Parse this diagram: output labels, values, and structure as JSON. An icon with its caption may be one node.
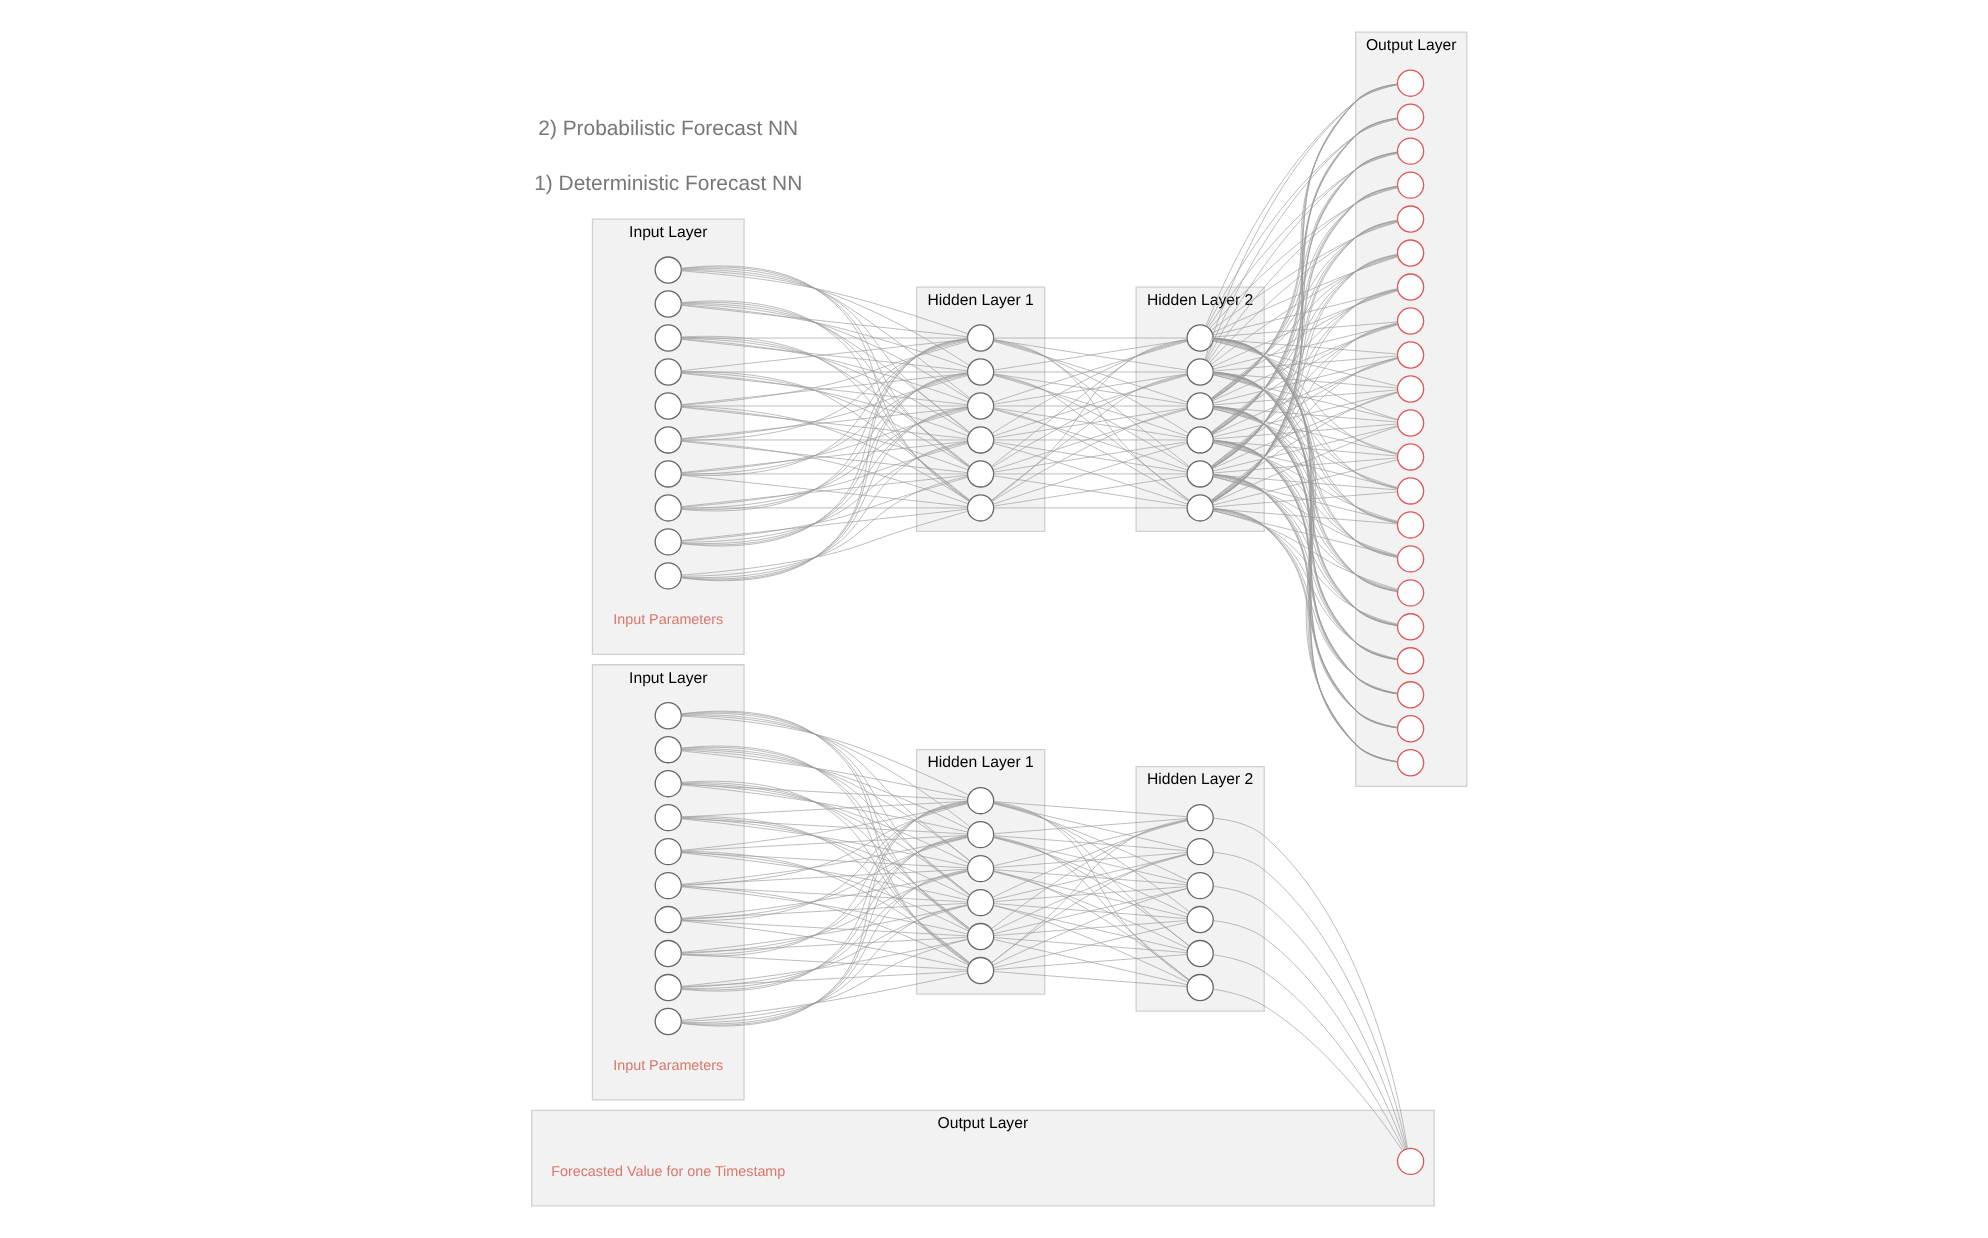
{
  "diagram": {
    "nodes": [
      {
        "text": [
          "Input Layer"
        ],
        "beside": [
          "Input Parameters"
        ]
      },
      {
        "text": [],
        "shape": "circle",
        "in": 0
      },
      {
        "text": [],
        "shape": "circle",
        "in": 0
      },
      {
        "text": [],
        "shape": "circle",
        "in": 0
      },
      {
        "text": [],
        "shape": "circle",
        "in": 0
      },
      {
        "text": [],
        "shape": "circle",
        "in": 0
      },
      {
        "text": [],
        "shape": "circle",
        "in": 0
      },
      {
        "text": [],
        "shape": "circle",
        "in": 0
      },
      {
        "text": [],
        "shape": "circle",
        "in": 0
      },
      {
        "text": [],
        "shape": "circle",
        "in": 0
      },
      {
        "text": [],
        "shape": "circle",
        "in": 0
      },
      {
        "text": [
          "Hidden Layer 1"
        ]
      },
      {
        "text": [],
        "shape": "circle",
        "in": 11
      },
      {
        "text": [],
        "shape": "circle",
        "in": 11
      },
      {
        "text": [],
        "shape": "circle",
        "in": 11
      },
      {
        "text": [],
        "shape": "circle",
        "in": 11
      },
      {
        "text": [],
        "shape": "circle",
        "in": 11
      },
      {
        "text": [],
        "shape": "circle",
        "in": 11
      },
      {
        "text": [
          "Hidden Layer 2"
        ]
      },
      {
        "text": [],
        "shape": "circle",
        "in": 18
      },
      {
        "text": [],
        "shape": "circle",
        "in": 18
      },
      {
        "text": [],
        "shape": "circle",
        "in": 18
      },
      {
        "text": [],
        "shape": "circle",
        "in": 18
      },
      {
        "text": [],
        "shape": "circle",
        "in": 18
      },
      {
        "text": [],
        "shape": "circle",
        "in": 18
      },
      {
        "text": [
          "Output Layer"
        ],
        "beside": [
          "Forecasted Value for one Timestamp"
        ]
      },
      {
        "text": [],
        "shape": "circle",
        "in": 25
      },
      {
        "text": [
          "Input Layer"
        ],
        "beside": [
          "Input Parameters"
        ]
      },
      {
        "text": [],
        "shape": "circle",
        "in": 27
      },
      {
        "text": [],
        "shape": "circle",
        "in": 27
      },
      {
        "text": [],
        "shape": "circle",
        "in": 27
      },
      {
        "text": [],
        "shape": "circle",
        "in": 27
      },
      {
        "text": [],
        "shape": "circle",
        "in": 27
      },
      {
        "text": [],
        "shape": "circle",
        "in": 27
      },
      {
        "text": [],
        "shape": "circle",
        "in": 27
      },
      {
        "text": [],
        "shape": "circle",
        "in": 27
      },
      {
        "text": [],
        "shape": "circle",
        "in": 27
      },
      {
        "text": [],
        "shape": "circle",
        "in": 27
      },
      {
        "text": [
          "Hidden Layer 1"
        ]
      },
      {
        "text": [],
        "shape": "circle",
        "in": 38
      },
      {
        "text": [],
        "shape": "circle",
        "in": 38
      },
      {
        "text": [],
        "shape": "circle",
        "in": 38
      },
      {
        "text": [],
        "shape": "circle",
        "in": 38
      },
      {
        "text": [],
        "shape": "circle",
        "in": 38
      },
      {
        "text": [],
        "shape": "circle",
        "in": 38
      },
      {
        "text": [
          "Hidden Layer 2"
        ]
      },
      {
        "text": [],
        "shape": "circle",
        "in": 45
      },
      {
        "text": [],
        "shape": "circle",
        "in": 45
      },
      {
        "text": [],
        "shape": "circle",
        "in": 45
      },
      {
        "text": [],
        "shape": "circle",
        "in": 45
      },
      {
        "text": [],
        "shape": "circle",
        "in": 45
      },
      {
        "text": [],
        "shape": "circle",
        "in": 45
      },
      {
        "text": [
          "Output Layer"
        ]
      },
      {
        "text": [],
        "shape": "circle",
        "in": 52
      },
      {
        "text": [],
        "shape": "circle",
        "in": 52
      },
      {
        "text": [],
        "shape": "circle",
        "in": 52
      },
      {
        "text": [],
        "shape": "circle",
        "in": 52
      },
      {
        "text": [],
        "shape": "circle",
        "in": 52
      },
      {
        "text": [],
        "shape": "circle",
        "in": 52
      },
      {
        "text": [],
        "shape": "circle",
        "in": 52
      },
      {
        "text": [],
        "shape": "circle",
        "in": 52
      },
      {
        "text": [],
        "shape": "circle",
        "in": 52
      },
      {
        "text": [],
        "shape": "circle",
        "in": 52
      },
      {
        "text": [],
        "shape": "circle",
        "in": 52
      },
      {
        "text": [],
        "shape": "circle",
        "in": 52
      },
      {
        "text": [],
        "shape": "circle",
        "in": 52
      },
      {
        "text": [],
        "shape": "circle",
        "in": 52
      },
      {
        "text": [],
        "shape": "circle",
        "in": 52
      },
      {
        "text": [],
        "shape": "circle",
        "in": 52
      },
      {
        "text": [],
        "shape": "circle",
        "in": 52
      },
      {
        "text": [],
        "shape": "circle",
        "in": 52
      },
      {
        "text": [],
        "shape": "circle",
        "in": 52
      },
      {
        "text": [],
        "shape": "circle",
        "in": 52
      },
      {
        "text": [],
        "shape": "circle",
        "in": 52
      }
    ],
    "edges": [
      {
        "from": 1,
        "to": 12,
        "arrow": "none"
      },
      {
        "from": 1,
        "to": 13,
        "arrow": "none"
      },
      {
        "from": 1,
        "to": 14,
        "arrow": "none"
      },
      {
        "from": 1,
        "to": 15,
        "arrow": "none"
      },
      {
        "from": 1,
        "to": 16,
        "arrow": "none"
      },
      {
        "from": 1,
        "to": 17,
        "arrow": "none"
      },
      {
        "from": 2,
        "to": 12,
        "arrow": "none"
      },
      {
        "from": 2,
        "to": 13,
        "arrow": "none"
      },
      {
        "from": 2,
        "to": 14,
        "arrow": "none"
      },
      {
        "from": 2,
        "to": 15,
        "arrow": "none"
      },
      {
        "from": 2,
        "to": 16,
        "arrow": "none"
      },
      {
        "from": 2,
        "to": 17,
        "arrow": "none"
      },
      {
        "from": 3,
        "to": 12,
        "arrow": "none"
      },
      {
        "from": 3,
        "to": 13,
        "arrow": "none"
      },
      {
        "from": 3,
        "to": 14,
        "arrow": "none"
      },
      {
        "from": 3,
        "to": 15,
        "arrow": "none"
      },
      {
        "from": 3,
        "to": 16,
        "arrow": "none"
      },
      {
        "from": 3,
        "to": 17,
        "arrow": "none"
      },
      {
        "from": 4,
        "to": 12,
        "arrow": "none"
      },
      {
        "from": 4,
        "to": 13,
        "arrow": "none"
      },
      {
        "from": 4,
        "to": 14,
        "arrow": "none"
      },
      {
        "from": 4,
        "to": 15,
        "arrow": "none"
      },
      {
        "from": 4,
        "to": 16,
        "arrow": "none"
      },
      {
        "from": 4,
        "to": 17,
        "arrow": "none"
      },
      {
        "from": 5,
        "to": 12,
        "arrow": "none"
      },
      {
        "from": 5,
        "to": 13,
        "arrow": "none"
      },
      {
        "from": 5,
        "to": 14,
        "arrow": "none"
      },
      {
        "from": 5,
        "to": 15,
        "arrow": "none"
      },
      {
        "from": 5,
        "to": 16,
        "arrow": "none"
      },
      {
        "from": 5,
        "to": 17,
        "arrow": "none"
      },
      {
        "from": 6,
        "to": 12,
        "arrow": "none"
      },
      {
        "from": 6,
        "to": 13,
        "arrow": "none"
      },
      {
        "from": 6,
        "to": 14,
        "arrow": "none"
      },
      {
        "from": 6,
        "to": 15,
        "arrow": "none"
      },
      {
        "from": 6,
        "to": 16,
        "arrow": "none"
      },
      {
        "from": 6,
        "to": 17,
        "arrow": "none"
      },
      {
        "from": 7,
        "to": 12,
        "arrow": "none"
      },
      {
        "from": 7,
        "to": 13,
        "arrow": "none"
      },
      {
        "from": 7,
        "to": 14,
        "arrow": "none"
      },
      {
        "from": 7,
        "to": 15,
        "arrow": "none"
      },
      {
        "from": 7,
        "to": 16,
        "arrow": "none"
      },
      {
        "from": 7,
        "to": 17,
        "arrow": "none"
      },
      {
        "from": 8,
        "to": 12,
        "arrow": "none"
      },
      {
        "from": 8,
        "to": 13,
        "arrow": "none"
      },
      {
        "from": 8,
        "to": 14,
        "arrow": "none"
      },
      {
        "from": 8,
        "to": 15,
        "arrow": "none"
      },
      {
        "from": 8,
        "to": 16,
        "arrow": "none"
      },
      {
        "from": 8,
        "to": 17,
        "arrow": "none"
      },
      {
        "from": 9,
        "to": 12,
        "arrow": "none"
      },
      {
        "from": 9,
        "to": 13,
        "arrow": "none"
      },
      {
        "from": 9,
        "to": 14,
        "arrow": "none"
      },
      {
        "from": 9,
        "to": 15,
        "arrow": "none"
      },
      {
        "from": 9,
        "to": 16,
        "arrow": "none"
      },
      {
        "from": 9,
        "to": 17,
        "arrow": "none"
      },
      {
        "from": 10,
        "to": 12,
        "arrow": "none"
      },
      {
        "from": 10,
        "to": 13,
        "arrow": "none"
      },
      {
        "from": 10,
        "to": 14,
        "arrow": "none"
      },
      {
        "from": 10,
        "to": 15,
        "arrow": "none"
      },
      {
        "from": 10,
        "to": 16,
        "arrow": "none"
      },
      {
        "from": 10,
        "to": 17,
        "arrow": "none"
      },
      {
        "from": 12,
        "to": 19,
        "arrow": "none"
      },
      {
        "from": 12,
        "to": 20,
        "arrow": "none"
      },
      {
        "from": 12,
        "to": 21,
        "arrow": "none"
      },
      {
        "from": 12,
        "to": 22,
        "arrow": "none"
      },
      {
        "from": 12,
        "to": 23,
        "arrow": "none"
      },
      {
        "from": 12,
        "to": 24,
        "arrow": "none"
      },
      {
        "from": 13,
        "to": 19,
        "arrow": "none"
      },
      {
        "from": 13,
        "to": 20,
        "arrow": "none"
      },
      {
        "from": 13,
        "to": 21,
        "arrow": "none"
      },
      {
        "from": 13,
        "to": 22,
        "arrow": "none"
      },
      {
        "from": 13,
        "to": 23,
        "arrow": "none"
      },
      {
        "from": 13,
        "to": 24,
        "arrow": "none"
      },
      {
        "from": 14,
        "to": 19,
        "arrow": "none"
      },
      {
        "from": 14,
        "to": 20,
        "arrow": "none"
      },
      {
        "from": 14,
        "to": 21,
        "arrow": "none"
      },
      {
        "from": 14,
        "to": 22,
        "arrow": "none"
      },
      {
        "from": 14,
        "to": 23,
        "arrow": "none"
      },
      {
        "from": 14,
        "to": 24,
        "arrow": "none"
      },
      {
        "from": 15,
        "to": 19,
        "arrow": "none"
      },
      {
        "from": 15,
        "to": 20,
        "arrow": "none"
      },
      {
        "from": 15,
        "to": 21,
        "arrow": "none"
      },
      {
        "from": 15,
        "to": 22,
        "arrow": "none"
      },
      {
        "from": 15,
        "to": 23,
        "arrow": "none"
      },
      {
        "from": 15,
        "to": 24,
        "arrow": "none"
      },
      {
        "from": 16,
        "to": 19,
        "arrow": "none"
      },
      {
        "from": 16,
        "to": 20,
        "arrow": "none"
      },
      {
        "from": 16,
        "to": 21,
        "arrow": "none"
      },
      {
        "from": 16,
        "to": 22,
        "arrow": "none"
      },
      {
        "from": 16,
        "to": 23,
        "arrow": "none"
      },
      {
        "from": 16,
        "to": 24,
        "arrow": "none"
      },
      {
        "from": 17,
        "to": 19,
        "arrow": "none"
      },
      {
        "from": 17,
        "to": 20,
        "arrow": "none"
      },
      {
        "from": 17,
        "to": 21,
        "arrow": "none"
      },
      {
        "from": 17,
        "to": 22,
        "arrow": "none"
      },
      {
        "from": 17,
        "to": 23,
        "arrow": "none"
      },
      {
        "from": 17,
        "to": 24,
        "arrow": "none"
      },
      {
        "from": 19,
        "to": 26,
        "arrow": "none"
      },
      {
        "from": 20,
        "to": 26,
        "arrow": "none"
      },
      {
        "from": 21,
        "to": 26,
        "arrow": "none"
      },
      {
        "from": 22,
        "to": 26,
        "arrow": "none"
      },
      {
        "from": 23,
        "to": 26,
        "arrow": "none"
      },
      {
        "from": 24,
        "to": 26,
        "arrow": "none"
      },
      {
        "from": 28,
        "to": 39,
        "arrow": "none"
      },
      {
        "from": 28,
        "to": 40,
        "arrow": "none"
      },
      {
        "from": 28,
        "to": 41,
        "arrow": "none"
      },
      {
        "from": 28,
        "to": 42,
        "arrow": "none"
      },
      {
        "from": 28,
        "to": 43,
        "arrow": "none"
      },
      {
        "from": 28,
        "to": 44,
        "arrow": "none"
      },
      {
        "from": 29,
        "to": 39,
        "arrow": "none"
      },
      {
        "from": 29,
        "to": 40,
        "arrow": "none"
      },
      {
        "from": 29,
        "to": 41,
        "arrow": "none"
      },
      {
        "from": 29,
        "to": 42,
        "arrow": "none"
      },
      {
        "from": 29,
        "to": 43,
        "arrow": "none"
      },
      {
        "from": 29,
        "to": 44,
        "arrow": "none"
      },
      {
        "from": 30,
        "to": 39,
        "arrow": "none"
      },
      {
        "from": 30,
        "to": 40,
        "arrow": "none"
      },
      {
        "from": 30,
        "to": 41,
        "arrow": "none"
      },
      {
        "from": 30,
        "to": 42,
        "arrow": "none"
      },
      {
        "from": 30,
        "to": 43,
        "arrow": "none"
      },
      {
        "from": 30,
        "to": 44,
        "arrow": "none"
      },
      {
        "from": 31,
        "to": 39,
        "arrow": "none"
      },
      {
        "from": 31,
        "to": 40,
        "arrow": "none"
      },
      {
        "from": 31,
        "to": 41,
        "arrow": "none"
      },
      {
        "from": 31,
        "to": 42,
        "arrow": "none"
      },
      {
        "from": 31,
        "to": 43,
        "arrow": "none"
      },
      {
        "from": 31,
        "to": 44,
        "arrow": "none"
      },
      {
        "from": 32,
        "to": 39,
        "arrow": "none"
      },
      {
        "from": 32,
        "to": 40,
        "arrow": "none"
      },
      {
        "from": 32,
        "to": 41,
        "arrow": "none"
      },
      {
        "from": 32,
        "to": 42,
        "arrow": "none"
      },
      {
        "from": 32,
        "to": 43,
        "arrow": "none"
      },
      {
        "from": 32,
        "to": 44,
        "arrow": "none"
      },
      {
        "from": 33,
        "to": 39,
        "arrow": "none"
      },
      {
        "from": 33,
        "to": 40,
        "arrow": "none"
      },
      {
        "from": 33,
        "to": 41,
        "arrow": "none"
      },
      {
        "from": 33,
        "to": 42,
        "arrow": "none"
      },
      {
        "from": 33,
        "to": 43,
        "arrow": "none"
      },
      {
        "from": 33,
        "to": 44,
        "arrow": "none"
      },
      {
        "from": 34,
        "to": 39,
        "arrow": "none"
      },
      {
        "from": 34,
        "to": 40,
        "arrow": "none"
      },
      {
        "from": 34,
        "to": 41,
        "arrow": "none"
      },
      {
        "from": 34,
        "to": 42,
        "arrow": "none"
      },
      {
        "from": 34,
        "to": 43,
        "arrow": "none"
      },
      {
        "from": 34,
        "to": 44,
        "arrow": "none"
      },
      {
        "from": 35,
        "to": 39,
        "arrow": "none"
      },
      {
        "from": 35,
        "to": 40,
        "arrow": "none"
      },
      {
        "from": 35,
        "to": 41,
        "arrow": "none"
      },
      {
        "from": 35,
        "to": 42,
        "arrow": "none"
      },
      {
        "from": 35,
        "to": 43,
        "arrow": "none"
      },
      {
        "from": 35,
        "to": 44,
        "arrow": "none"
      },
      {
        "from": 36,
        "to": 39,
        "arrow": "none"
      },
      {
        "from": 36,
        "to": 40,
        "arrow": "none"
      },
      {
        "from": 36,
        "to": 41,
        "arrow": "none"
      },
      {
        "from": 36,
        "to": 42,
        "arrow": "none"
      },
      {
        "from": 36,
        "to": 43,
        "arrow": "none"
      },
      {
        "from": 36,
        "to": 44,
        "arrow": "none"
      },
      {
        "from": 37,
        "to": 39,
        "arrow": "none"
      },
      {
        "from": 37,
        "to": 40,
        "arrow": "none"
      },
      {
        "from": 37,
        "to": 41,
        "arrow": "none"
      },
      {
        "from": 37,
        "to": 42,
        "arrow": "none"
      },
      {
        "from": 37,
        "to": 43,
        "arrow": "none"
      },
      {
        "from": 37,
        "to": 44,
        "arrow": "none"
      },
      {
        "from": 39,
        "to": 46,
        "arrow": "none"
      },
      {
        "from": 39,
        "to": 47,
        "arrow": "none"
      },
      {
        "from": 39,
        "to": 48,
        "arrow": "none"
      },
      {
        "from": 39,
        "to": 49,
        "arrow": "none"
      },
      {
        "from": 39,
        "to": 50,
        "arrow": "none"
      },
      {
        "from": 39,
        "to": 51,
        "arrow": "none"
      },
      {
        "from": 40,
        "to": 46,
        "arrow": "none"
      },
      {
        "from": 40,
        "to": 47,
        "arrow": "none"
      },
      {
        "from": 40,
        "to": 48,
        "arrow": "none"
      },
      {
        "from": 40,
        "to": 49,
        "arrow": "none"
      },
      {
        "from": 40,
        "to": 50,
        "arrow": "none"
      },
      {
        "from": 40,
        "to": 51,
        "arrow": "none"
      },
      {
        "from": 41,
        "to": 46,
        "arrow": "none"
      },
      {
        "from": 41,
        "to": 47,
        "arrow": "none"
      },
      {
        "from": 41,
        "to": 48,
        "arrow": "none"
      },
      {
        "from": 41,
        "to": 49,
        "arrow": "none"
      },
      {
        "from": 41,
        "to": 50,
        "arrow": "none"
      },
      {
        "from": 41,
        "to": 51,
        "arrow": "none"
      },
      {
        "from": 42,
        "to": 46,
        "arrow": "none"
      },
      {
        "from": 42,
        "to": 47,
        "arrow": "none"
      },
      {
        "from": 42,
        "to": 48,
        "arrow": "none"
      },
      {
        "from": 42,
        "to": 49,
        "arrow": "none"
      },
      {
        "from": 42,
        "to": 50,
        "arrow": "none"
      },
      {
        "from": 42,
        "to": 51,
        "arrow": "none"
      },
      {
        "from": 43,
        "to": 46,
        "arrow": "none"
      },
      {
        "from": 43,
        "to": 47,
        "arrow": "none"
      },
      {
        "from": 43,
        "to": 48,
        "arrow": "none"
      },
      {
        "from": 43,
        "to": 49,
        "arrow": "none"
      },
      {
        "from": 43,
        "to": 50,
        "arrow": "none"
      },
      {
        "from": 43,
        "to": 51,
        "arrow": "none"
      },
      {
        "from": 44,
        "to": 46,
        "arrow": "none"
      },
      {
        "from": 44,
        "to": 47,
        "arrow": "none"
      },
      {
        "from": 44,
        "to": 48,
        "arrow": "none"
      },
      {
        "from": 44,
        "to": 49,
        "arrow": "none"
      },
      {
        "from": 44,
        "to": 50,
        "arrow": "none"
      },
      {
        "from": 44,
        "to": 51,
        "arrow": "none"
      },
      {
        "from": 46,
        "to": 53,
        "arrow": "none"
      },
      {
        "from": 46,
        "to": 54,
        "arrow": "none"
      },
      {
        "from": 46,
        "to": 55,
        "arrow": "none"
      },
      {
        "from": 46,
        "to": 56,
        "arrow": "none"
      },
      {
        "from": 46,
        "to": 57,
        "arrow": "none"
      },
      {
        "from": 46,
        "to": 58,
        "arrow": "none"
      },
      {
        "from": 46,
        "to": 59,
        "arrow": "none"
      },
      {
        "from": 46,
        "to": 60,
        "arrow": "none"
      },
      {
        "from": 46,
        "to": 61,
        "arrow": "none"
      },
      {
        "from": 46,
        "to": 62,
        "arrow": "none"
      },
      {
        "from": 46,
        "to": 63,
        "arrow": "none"
      },
      {
        "from": 46,
        "to": 64,
        "arrow": "none"
      },
      {
        "from": 46,
        "to": 65,
        "arrow": "none"
      },
      {
        "from": 46,
        "to": 66,
        "arrow": "none"
      },
      {
        "from": 46,
        "to": 67,
        "arrow": "none"
      },
      {
        "from": 46,
        "to": 68,
        "arrow": "none"
      },
      {
        "from": 46,
        "to": 69,
        "arrow": "none"
      },
      {
        "from": 46,
        "to": 70,
        "arrow": "none"
      },
      {
        "from": 46,
        "to": 71,
        "arrow": "none"
      },
      {
        "from": 46,
        "to": 72,
        "arrow": "none"
      },
      {
        "from": 46,
        "to": 73,
        "arrow": "none"
      },
      {
        "from": 47,
        "to": 53,
        "arrow": "none"
      },
      {
        "from": 47,
        "to": 54,
        "arrow": "none"
      },
      {
        "from": 47,
        "to": 55,
        "arrow": "none"
      },
      {
        "from": 47,
        "to": 56,
        "arrow": "none"
      },
      {
        "from": 47,
        "to": 57,
        "arrow": "none"
      },
      {
        "from": 47,
        "to": 58,
        "arrow": "none"
      },
      {
        "from": 47,
        "to": 59,
        "arrow": "none"
      },
      {
        "from": 47,
        "to": 60,
        "arrow": "none"
      },
      {
        "from": 47,
        "to": 61,
        "arrow": "none"
      },
      {
        "from": 47,
        "to": 62,
        "arrow": "none"
      },
      {
        "from": 47,
        "to": 63,
        "arrow": "none"
      },
      {
        "from": 47,
        "to": 64,
        "arrow": "none"
      },
      {
        "from": 47,
        "to": 65,
        "arrow": "none"
      },
      {
        "from": 47,
        "to": 66,
        "arrow": "none"
      },
      {
        "from": 47,
        "to": 67,
        "arrow": "none"
      },
      {
        "from": 47,
        "to": 68,
        "arrow": "none"
      },
      {
        "from": 47,
        "to": 69,
        "arrow": "none"
      },
      {
        "from": 47,
        "to": 70,
        "arrow": "none"
      },
      {
        "from": 47,
        "to": 71,
        "arrow": "none"
      },
      {
        "from": 47,
        "to": 72,
        "arrow": "none"
      },
      {
        "from": 47,
        "to": 73,
        "arrow": "none"
      },
      {
        "from": 48,
        "to": 53,
        "arrow": "none"
      },
      {
        "from": 48,
        "to": 54,
        "arrow": "none"
      },
      {
        "from": 48,
        "to": 55,
        "arrow": "none"
      },
      {
        "from": 48,
        "to": 56,
        "arrow": "none"
      },
      {
        "from": 48,
        "to": 57,
        "arrow": "none"
      },
      {
        "from": 48,
        "to": 58,
        "arrow": "none"
      },
      {
        "from": 48,
        "to": 59,
        "arrow": "none"
      },
      {
        "from": 48,
        "to": 60,
        "arrow": "none"
      },
      {
        "from": 48,
        "to": 61,
        "arrow": "none"
      },
      {
        "from": 48,
        "to": 62,
        "arrow": "none"
      },
      {
        "from": 48,
        "to": 63,
        "arrow": "none"
      },
      {
        "from": 48,
        "to": 64,
        "arrow": "none"
      },
      {
        "from": 48,
        "to": 65,
        "arrow": "none"
      },
      {
        "from": 48,
        "to": 66,
        "arrow": "none"
      },
      {
        "from": 48,
        "to": 67,
        "arrow": "none"
      },
      {
        "from": 48,
        "to": 68,
        "arrow": "none"
      },
      {
        "from": 48,
        "to": 69,
        "arrow": "none"
      },
      {
        "from": 48,
        "to": 70,
        "arrow": "none"
      },
      {
        "from": 48,
        "to": 71,
        "arrow": "none"
      },
      {
        "from": 48,
        "to": 72,
        "arrow": "none"
      },
      {
        "from": 48,
        "to": 73,
        "arrow": "none"
      },
      {
        "from": 49,
        "to": 53,
        "arrow": "none"
      },
      {
        "from": 49,
        "to": 54,
        "arrow": "none"
      },
      {
        "from": 49,
        "to": 55,
        "arrow": "none"
      },
      {
        "from": 49,
        "to": 56,
        "arrow": "none"
      },
      {
        "from": 49,
        "to": 57,
        "arrow": "none"
      },
      {
        "from": 49,
        "to": 58,
        "arrow": "none"
      },
      {
        "from": 49,
        "to": 59,
        "arrow": "none"
      },
      {
        "from": 49,
        "to": 60,
        "arrow": "none"
      },
      {
        "from": 49,
        "to": 61,
        "arrow": "none"
      },
      {
        "from": 49,
        "to": 62,
        "arrow": "none"
      },
      {
        "from": 49,
        "to": 63,
        "arrow": "none"
      },
      {
        "from": 49,
        "to": 64,
        "arrow": "none"
      },
      {
        "from": 49,
        "to": 65,
        "arrow": "none"
      },
      {
        "from": 49,
        "to": 66,
        "arrow": "none"
      },
      {
        "from": 49,
        "to": 67,
        "arrow": "none"
      },
      {
        "from": 49,
        "to": 68,
        "arrow": "none"
      },
      {
        "from": 49,
        "to": 69,
        "arrow": "none"
      },
      {
        "from": 49,
        "to": 70,
        "arrow": "none"
      },
      {
        "from": 49,
        "to": 71,
        "arrow": "none"
      },
      {
        "from": 49,
        "to": 72,
        "arrow": "none"
      },
      {
        "from": 49,
        "to": 73,
        "arrow": "none"
      },
      {
        "from": 50,
        "to": 53,
        "arrow": "none"
      },
      {
        "from": 50,
        "to": 54,
        "arrow": "none"
      },
      {
        "from": 50,
        "to": 55,
        "arrow": "none"
      },
      {
        "from": 50,
        "to": 56,
        "arrow": "none"
      },
      {
        "from": 50,
        "to": 57,
        "arrow": "none"
      },
      {
        "from": 50,
        "to": 58,
        "arrow": "none"
      },
      {
        "from": 50,
        "to": 59,
        "arrow": "none"
      },
      {
        "from": 50,
        "to": 60,
        "arrow": "none"
      },
      {
        "from": 50,
        "to": 61,
        "arrow": "none"
      },
      {
        "from": 50,
        "to": 62,
        "arrow": "none"
      },
      {
        "from": 50,
        "to": 63,
        "arrow": "none"
      },
      {
        "from": 50,
        "to": 64,
        "arrow": "none"
      },
      {
        "from": 50,
        "to": 65,
        "arrow": "none"
      },
      {
        "from": 50,
        "to": 66,
        "arrow": "none"
      },
      {
        "from": 50,
        "to": 67,
        "arrow": "none"
      },
      {
        "from": 50,
        "to": 68,
        "arrow": "none"
      },
      {
        "from": 50,
        "to": 69,
        "arrow": "none"
      },
      {
        "from": 50,
        "to": 70,
        "arrow": "none"
      },
      {
        "from": 50,
        "to": 71,
        "arrow": "none"
      },
      {
        "from": 50,
        "to": 72,
        "arrow": "none"
      },
      {
        "from": 50,
        "to": 73,
        "arrow": "none"
      },
      {
        "from": 51,
        "to": 53,
        "arrow": "none"
      },
      {
        "from": 51,
        "to": 54,
        "arrow": "none"
      },
      {
        "from": 51,
        "to": 55,
        "arrow": "none"
      },
      {
        "from": 51,
        "to": 56,
        "arrow": "none"
      },
      {
        "from": 51,
        "to": 57,
        "arrow": "none"
      },
      {
        "from": 51,
        "to": 58,
        "arrow": "none"
      },
      {
        "from": 51,
        "to": 59,
        "arrow": "none"
      },
      {
        "from": 51,
        "to": 60,
        "arrow": "none"
      },
      {
        "from": 51,
        "to": 61,
        "arrow": "none"
      },
      {
        "from": 51,
        "to": 62,
        "arrow": "none"
      },
      {
        "from": 51,
        "to": 63,
        "arrow": "none"
      },
      {
        "from": 51,
        "to": 64,
        "arrow": "none"
      },
      {
        "from": 51,
        "to": 65,
        "arrow": "none"
      },
      {
        "from": 51,
        "to": 66,
        "arrow": "none"
      },
      {
        "from": 51,
        "to": 67,
        "arrow": "none"
      },
      {
        "from": 51,
        "to": 68,
        "arrow": "none"
      },
      {
        "from": 51,
        "to": 69,
        "arrow": "none"
      },
      {
        "from": 51,
        "to": 70,
        "arrow": "none"
      },
      {
        "from": 51,
        "to": 71,
        "arrow": "none"
      },
      {
        "from": 51,
        "to": 72,
        "arrow": "none"
      },
      {
        "from": 51,
        "to": 73,
        "arrow": "none"
      }
    ],
    "labels": [
      "1) Deterministic Forecast NN",
      "2) Probabilistic Forecast NN"
    ]
  }
}
